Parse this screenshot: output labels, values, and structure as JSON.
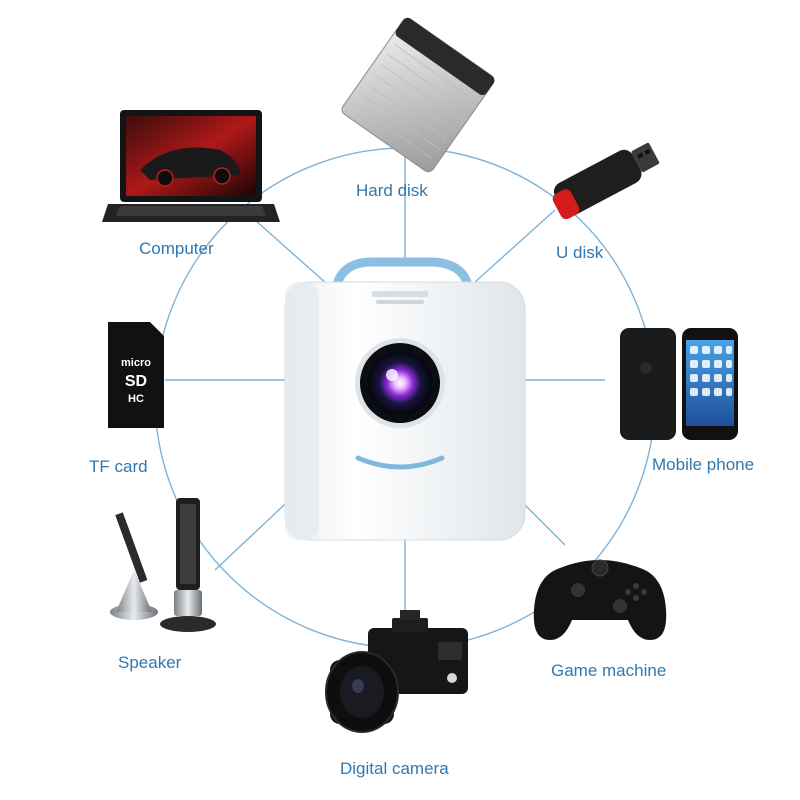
{
  "colors": {
    "connector": "#7fb3d9",
    "label": "#2f78b0",
    "projector_body": "#f4f6f8",
    "projector_accent": "#7fb8dc"
  },
  "hub": {
    "name": "mini-projector"
  },
  "devices": [
    {
      "id": "hard-disk",
      "label": "Hard disk",
      "icon": "hard-disk-icon"
    },
    {
      "id": "u-disk",
      "label": "U disk",
      "icon": "usb-flash-drive-icon"
    },
    {
      "id": "computer",
      "label": "Computer",
      "icon": "laptop-icon"
    },
    {
      "id": "tf-card",
      "label": "TF card",
      "icon": "microsd-card-icon"
    },
    {
      "id": "mobile-phone",
      "label": "Mobile phone",
      "icon": "smartphone-icon"
    },
    {
      "id": "speaker",
      "label": "Speaker",
      "icon": "speaker-icon"
    },
    {
      "id": "game-machine",
      "label": "Game machine",
      "icon": "gamepad-icon"
    },
    {
      "id": "digital-camera",
      "label": "Digital camera",
      "icon": "camera-icon"
    }
  ]
}
